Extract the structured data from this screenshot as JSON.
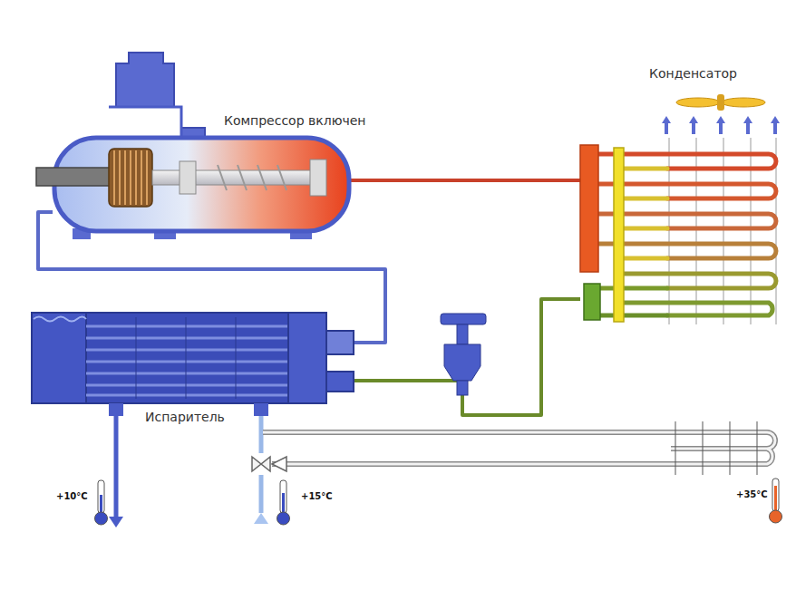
{
  "diagram": {
    "nodes": [
      {
        "text": [
          "Компрессор включен"
        ]
      },
      {
        "text": [
          "Конденсатор"
        ]
      },
      {
        "text": [
          "Испаритель"
        ]
      }
    ],
    "edges": [
      {
        "from": 0,
        "to": 1,
        "arrow": "none"
      },
      {
        "from": 1,
        "to": 2,
        "arrow": "none"
      },
      {
        "from": 2,
        "to": 0,
        "arrow": "none"
      }
    ],
    "labels": [
      "+10°C",
      "+15°C",
      "+35°C"
    ]
  }
}
